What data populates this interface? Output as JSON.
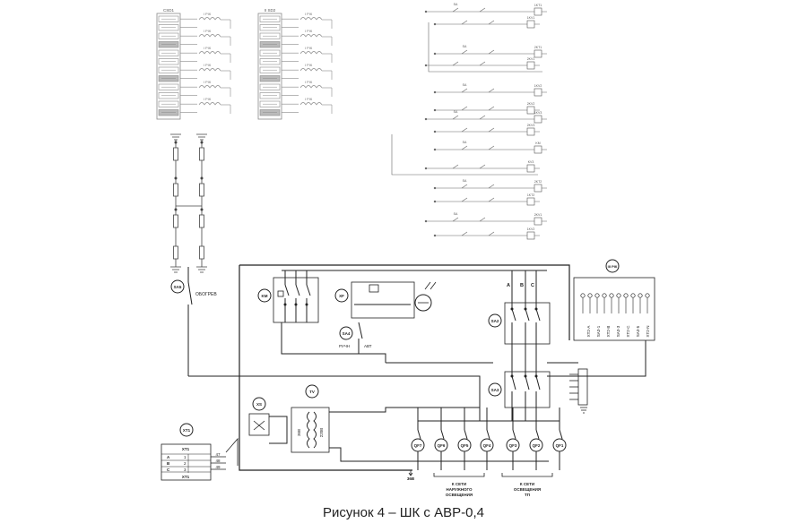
{
  "caption": "Рисунок 4 – ШК с АВР-0,4",
  "labels": {
    "csd1": "CSD1",
    "csd2": "II SD2",
    "sa5": "SA5",
    "obogrev": "ОБОГРЕВ",
    "km": "KM",
    "xf": "XF",
    "sa4": "SA4",
    "ruchn": "РУЧН",
    "avt": "АВТ",
    "sa2": "SA2",
    "sa3": "SA3",
    "rik": "III РIК",
    "xs": "XS",
    "tv": "TV",
    "xt1": "XT1",
    "v36": "36В",
    "v220": "220В",
    "kv36": "36В",
    "phA": "A",
    "phB": "B",
    "phC": "C",
    "outdoor": [
      "К СЕТИ",
      "НАРУЖНОГО",
      "ОСВЕЩЕНИЯ"
    ],
    "tp": [
      "К СЕТИ",
      "ОСВЕЩЕНИЯ",
      "ТП"
    ]
  },
  "breakers": [
    "QF7",
    "QF6",
    "QF5",
    "QF4",
    "QF3",
    "QF2",
    "QF1"
  ],
  "xt1_table": {
    "header": "XT1",
    "rows": [
      {
        "phase": "A",
        "num": "1"
      },
      {
        "phase": "B",
        "num": "2"
      },
      {
        "phase": "C",
        "num": "3"
      }
    ],
    "footer": "XT1",
    "wires": [
      "47",
      "48",
      "49"
    ]
  },
  "rik_terminals": [
    "XT2-A",
    "SA3-1",
    "XT2-B",
    "SA3-3",
    "XT2-C",
    "SA3-5",
    "XT2-N"
  ],
  "relay_labels": [
    "1KT1",
    "1KV1",
    "2KT1",
    "2KV1",
    "1KV2",
    "2KV2",
    "1KV3",
    "2KV3",
    "KM",
    "KV3",
    "2KT2",
    "1KT2",
    "2KV1",
    "1KV2"
  ]
}
